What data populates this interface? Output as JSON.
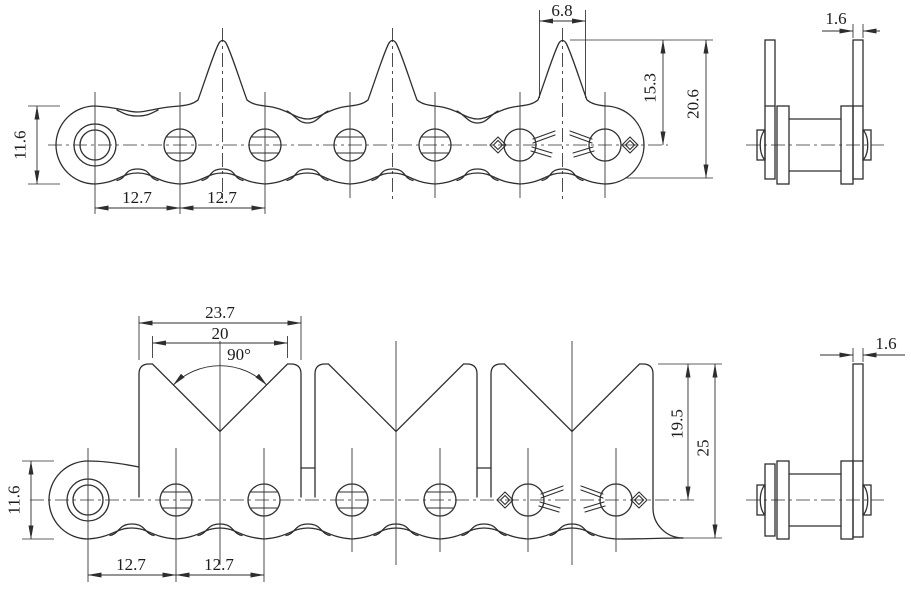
{
  "drawing": {
    "background_color": "#ffffff",
    "line_color": "#2e2e2e",
    "top_view": {
      "plate_height": "11.6",
      "pitch_a": "12.7",
      "pitch_b": "12.7",
      "tooth_tip_width": "6.8",
      "tooth_height_above_center": "15.3",
      "overall_height": "20.6",
      "attachment_plate_thickness": "1.6"
    },
    "bottom_view": {
      "attachment_outer_width": "23.7",
      "notch_opening_width": "20",
      "notch_angle": "90°",
      "plate_height": "11.6",
      "pitch_a": "12.7",
      "pitch_b": "12.7",
      "attachment_height_above_center": "19.5",
      "overall_height": "25",
      "attachment_plate_thickness": "1.6"
    }
  }
}
